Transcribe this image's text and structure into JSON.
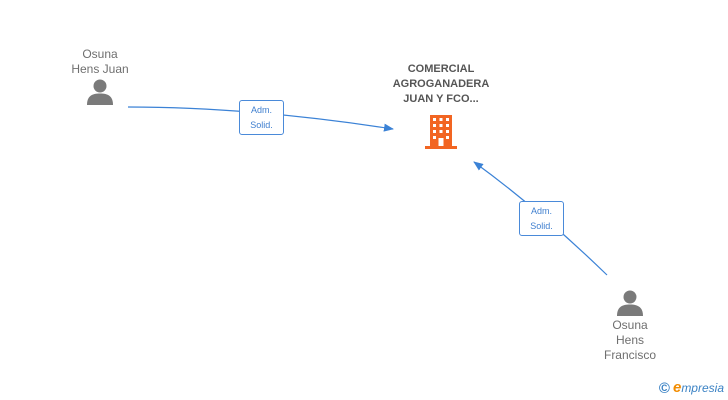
{
  "nodes": {
    "company": {
      "name": "COMERCIAL\nAGROGANADERA\nJUAN Y FCO...",
      "icon": "building-icon",
      "color": "#f26522"
    },
    "person_1": {
      "name": "Osuna\nHens Juan",
      "icon": "person-icon",
      "color": "#7a7a7a"
    },
    "person_2": {
      "name": "Osuna\nHens\nFrancisco",
      "icon": "person-icon",
      "color": "#7a7a7a"
    }
  },
  "relations": [
    {
      "from": "Osuna Hens Juan",
      "to": "COMERCIAL AGROGANADERA JUAN Y FCO...",
      "label": "Adm.\nSolid."
    },
    {
      "from": "Osuna Hens Francisco",
      "to": "COMERCIAL AGROGANADERA JUAN Y FCO...",
      "label": "Adm.\nSolid."
    }
  ],
  "edge_color": "#3b82d6",
  "watermark": {
    "symbol": "©",
    "brand_initial": "e",
    "brand_rest": "mpresia"
  }
}
